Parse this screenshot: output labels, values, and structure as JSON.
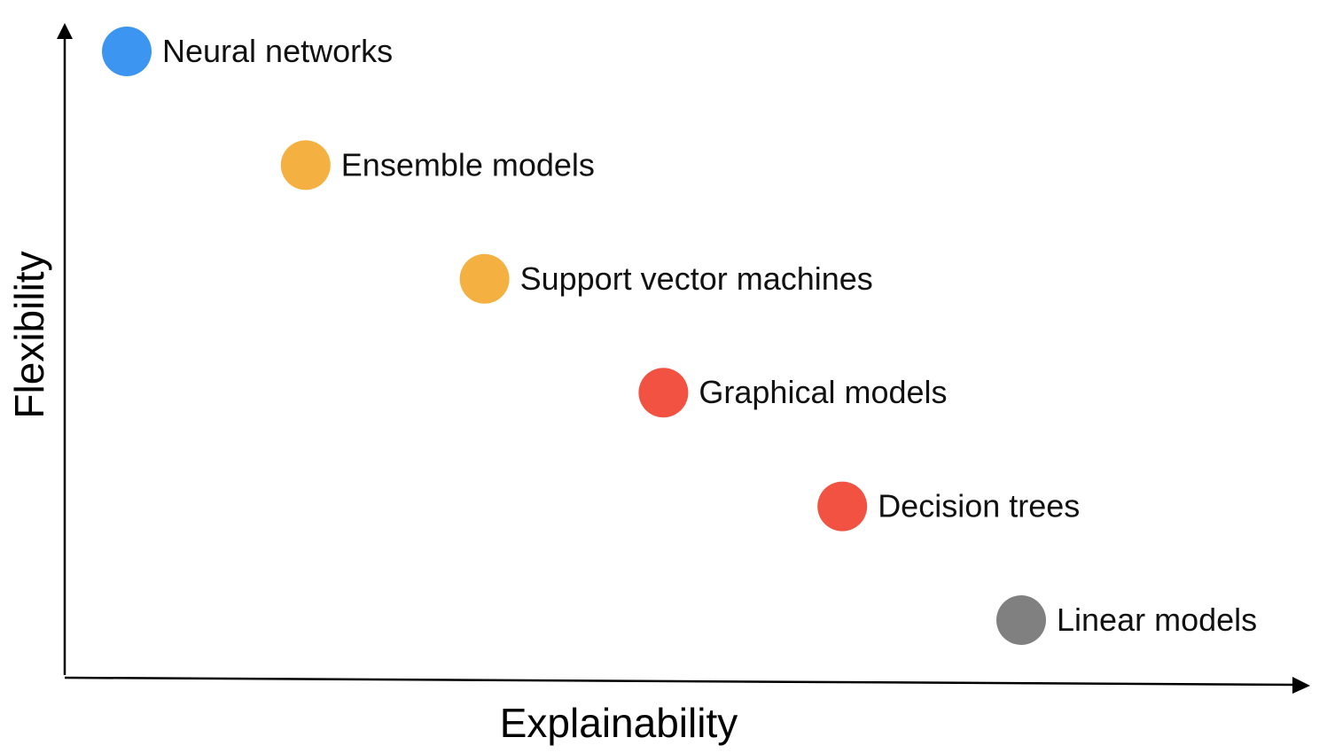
{
  "chart_data": {
    "type": "scatter",
    "xlabel": "Explainability",
    "ylabel": "Flexibility",
    "grid": false,
    "legend": "none",
    "axis_ticks": "none",
    "points": [
      {
        "label": "Neural networks",
        "x": 1,
        "y": 6,
        "color": "#3d95f2"
      },
      {
        "label": "Ensemble models",
        "x": 2,
        "y": 5,
        "color": "#f4b040"
      },
      {
        "label": "Support vector machines",
        "x": 3,
        "y": 4,
        "color": "#f4b040"
      },
      {
        "label": "Graphical models",
        "x": 4,
        "y": 3,
        "color": "#f25241"
      },
      {
        "label": "Decision trees",
        "x": 5,
        "y": 2,
        "color": "#f25241"
      },
      {
        "label": "Linear models",
        "x": 6,
        "y": 1,
        "color": "#808080"
      }
    ]
  }
}
